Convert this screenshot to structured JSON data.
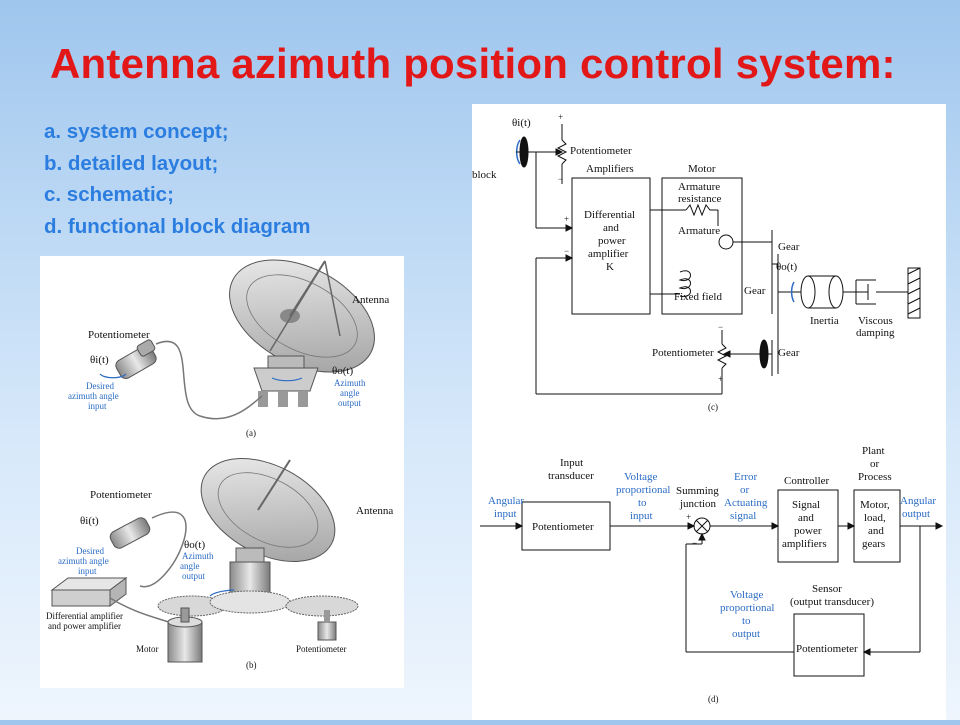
{
  "title": "Antenna azimuth position control system:",
  "list": [
    "a. system concept;",
    "b. detailed layout;",
    "c. schematic;",
    "d. functional block diagram"
  ],
  "fig_a": {
    "potentiometer": "Potentiometer",
    "antenna": "Antenna",
    "theta_i": "θi(t)",
    "theta_o": "θo(t)",
    "input_l1": "Desired",
    "input_l2": "azimuth angle",
    "input_l3": "input",
    "output_l1": "Azimuth",
    "output_l2": "angle",
    "output_l3": "output",
    "caption": "(a)"
  },
  "fig_b": {
    "potentiometer": "Potentiometer",
    "antenna": "Antenna",
    "theta_i": "θi(t)",
    "theta_o": "θo(t)",
    "input_l1": "Desired",
    "input_l2": "azimuth angle",
    "input_l3": "input",
    "output_l1": "Azimuth",
    "output_l2": "angle",
    "output_l3": "output",
    "amp_l1": "Differential amplifier",
    "amp_l2": "and power amplifier",
    "motor": "Motor",
    "potentiometer2": "Potentiometer",
    "caption": "(b)"
  },
  "fig_c": {
    "theta_i": "θi(t)",
    "potentiometer_in": "Potentiometer",
    "block": "block",
    "amplifiers": "Amplifiers",
    "motor": "Motor",
    "amp_l1": "Differential",
    "amp_l2": "and",
    "amp_l3": "power",
    "amp_l4": "amplifier",
    "amp_k": "K",
    "arm_res_l1": "Armature",
    "arm_res_l2": "resistance",
    "armature": "Armature",
    "fixed_field": "Fixed field",
    "gear1": "Gear",
    "gear2": "Gear",
    "gear3": "Gear",
    "theta_o": "θo(t)",
    "inertia": "Inertia",
    "viscous_l1": "Viscous",
    "viscous_l2": "damping",
    "potentiometer_out": "Potentiometer",
    "plus": "+",
    "minus": "−",
    "caption": "(c)"
  },
  "fig_d": {
    "angular_input_l1": "Angular",
    "angular_input_l2": "input",
    "input_transducer_l1": "Input",
    "input_transducer_l2": "transducer",
    "potentiometer": "Potentiometer",
    "voltage_in_l1": "Voltage",
    "voltage_in_l2": "proportional",
    "voltage_in_l3": "to",
    "voltage_in_l4": "input",
    "summing_l1": "Summing",
    "summing_l2": "junction",
    "error_l1": "Error",
    "error_l2": "or",
    "error_l3": "Actuating",
    "error_l4": "signal",
    "controller": "Controller",
    "signal_l1": "Signal",
    "signal_l2": "and",
    "signal_l3": "power",
    "signal_l4": "amplifiers",
    "plant_l1": "Plant",
    "plant_l2": "or",
    "plant_l3": "Process",
    "motor_l1": "Motor,",
    "motor_l2": "load,",
    "motor_l3": "and",
    "motor_l4": "gears",
    "angular_output_l1": "Angular",
    "angular_output_l2": "output",
    "sensor_l1": "Sensor",
    "sensor_l2": "(output transducer)",
    "potentiometer_fb": "Potentiometer",
    "voltage_out_l1": "Voltage",
    "voltage_out_l2": "proportional",
    "voltage_out_l3": "to",
    "voltage_out_l4": "output",
    "plus": "+",
    "minus": "−",
    "caption": "(d)"
  }
}
